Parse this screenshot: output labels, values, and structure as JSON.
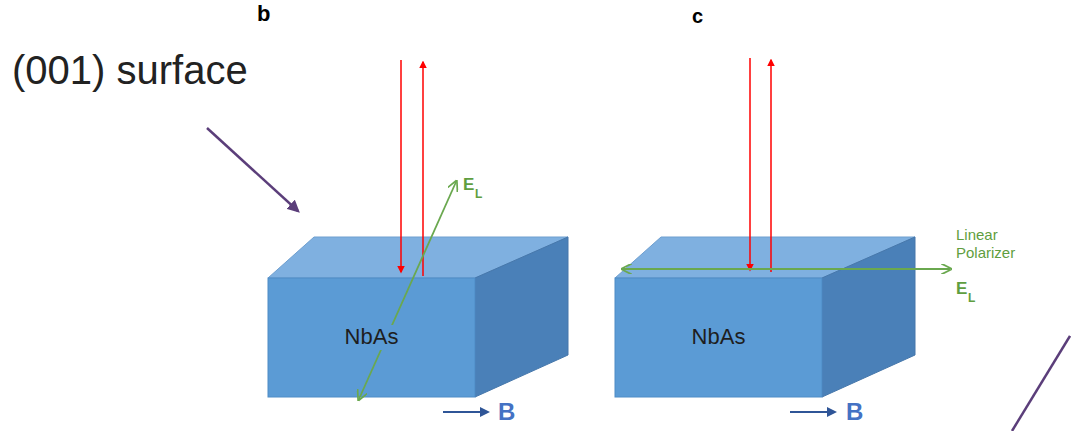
{
  "diagram": {
    "nodes": [
      {
        "text": [
          "NbAs"
        ]
      },
      {
        "text": [
          "NbAs"
        ]
      }
    ],
    "labels": [
      "b",
      "(001) surface",
      "E",
      "L",
      "B",
      "c",
      "Linear Polarizer",
      "E",
      "L",
      "B"
    ]
  }
}
